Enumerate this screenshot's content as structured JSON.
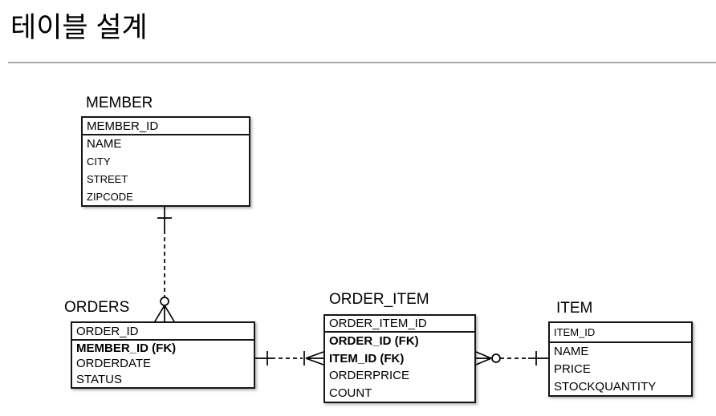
{
  "page": {
    "title": "테이블 설계"
  },
  "diagram": {
    "type": "entity-relationship",
    "notation": "crow-foot",
    "colors": {
      "background": "#ffffff",
      "line": "#000000",
      "border": "#161616",
      "divider": "#a9a9a9",
      "text": "#000000"
    },
    "entities": [
      {
        "name": "MEMBER",
        "header": {
          "text": "MEMBER_ID"
        },
        "rows": [
          {
            "text": "NAME"
          },
          {
            "text": "CITY"
          },
          {
            "text": "STREET"
          },
          {
            "text": "ZIPCODE"
          }
        ]
      },
      {
        "name": "ORDERS",
        "header": {
          "text": "ORDER_ID"
        },
        "rows": [
          {
            "text": "MEMBER_ID (FK)",
            "bold": true
          },
          {
            "text": "ORDERDATE"
          },
          {
            "text": "STATUS"
          }
        ]
      },
      {
        "name": "ORDER_ITEM",
        "header": {
          "text": "ORDER_ITEM_ID"
        },
        "rows": [
          {
            "text": "ORDER_ID (FK)",
            "bold": true
          },
          {
            "text": "ITEM_ID (FK)",
            "bold": true
          },
          {
            "text": "ORDERPRICE"
          },
          {
            "text": "COUNT"
          }
        ]
      },
      {
        "name": "ITEM",
        "header": {
          "text": "ITEM_ID"
        },
        "rows": [
          {
            "text": "NAME"
          },
          {
            "text": "PRICE"
          },
          {
            "text": "STOCKQUANTITY"
          }
        ]
      }
    ],
    "relationships": [
      {
        "from": "MEMBER",
        "to": "ORDERS",
        "from_cardinality": "one",
        "to_cardinality": "zero-or-many",
        "line_style": "dashed"
      },
      {
        "from": "ORDERS",
        "to": "ORDER_ITEM",
        "from_cardinality": "one",
        "to_cardinality": "one-or-many",
        "line_style": "dashed"
      },
      {
        "from": "ORDER_ITEM",
        "to": "ITEM",
        "from_cardinality": "zero-or-many",
        "to_cardinality": "one",
        "line_style": "dashed"
      }
    ]
  }
}
